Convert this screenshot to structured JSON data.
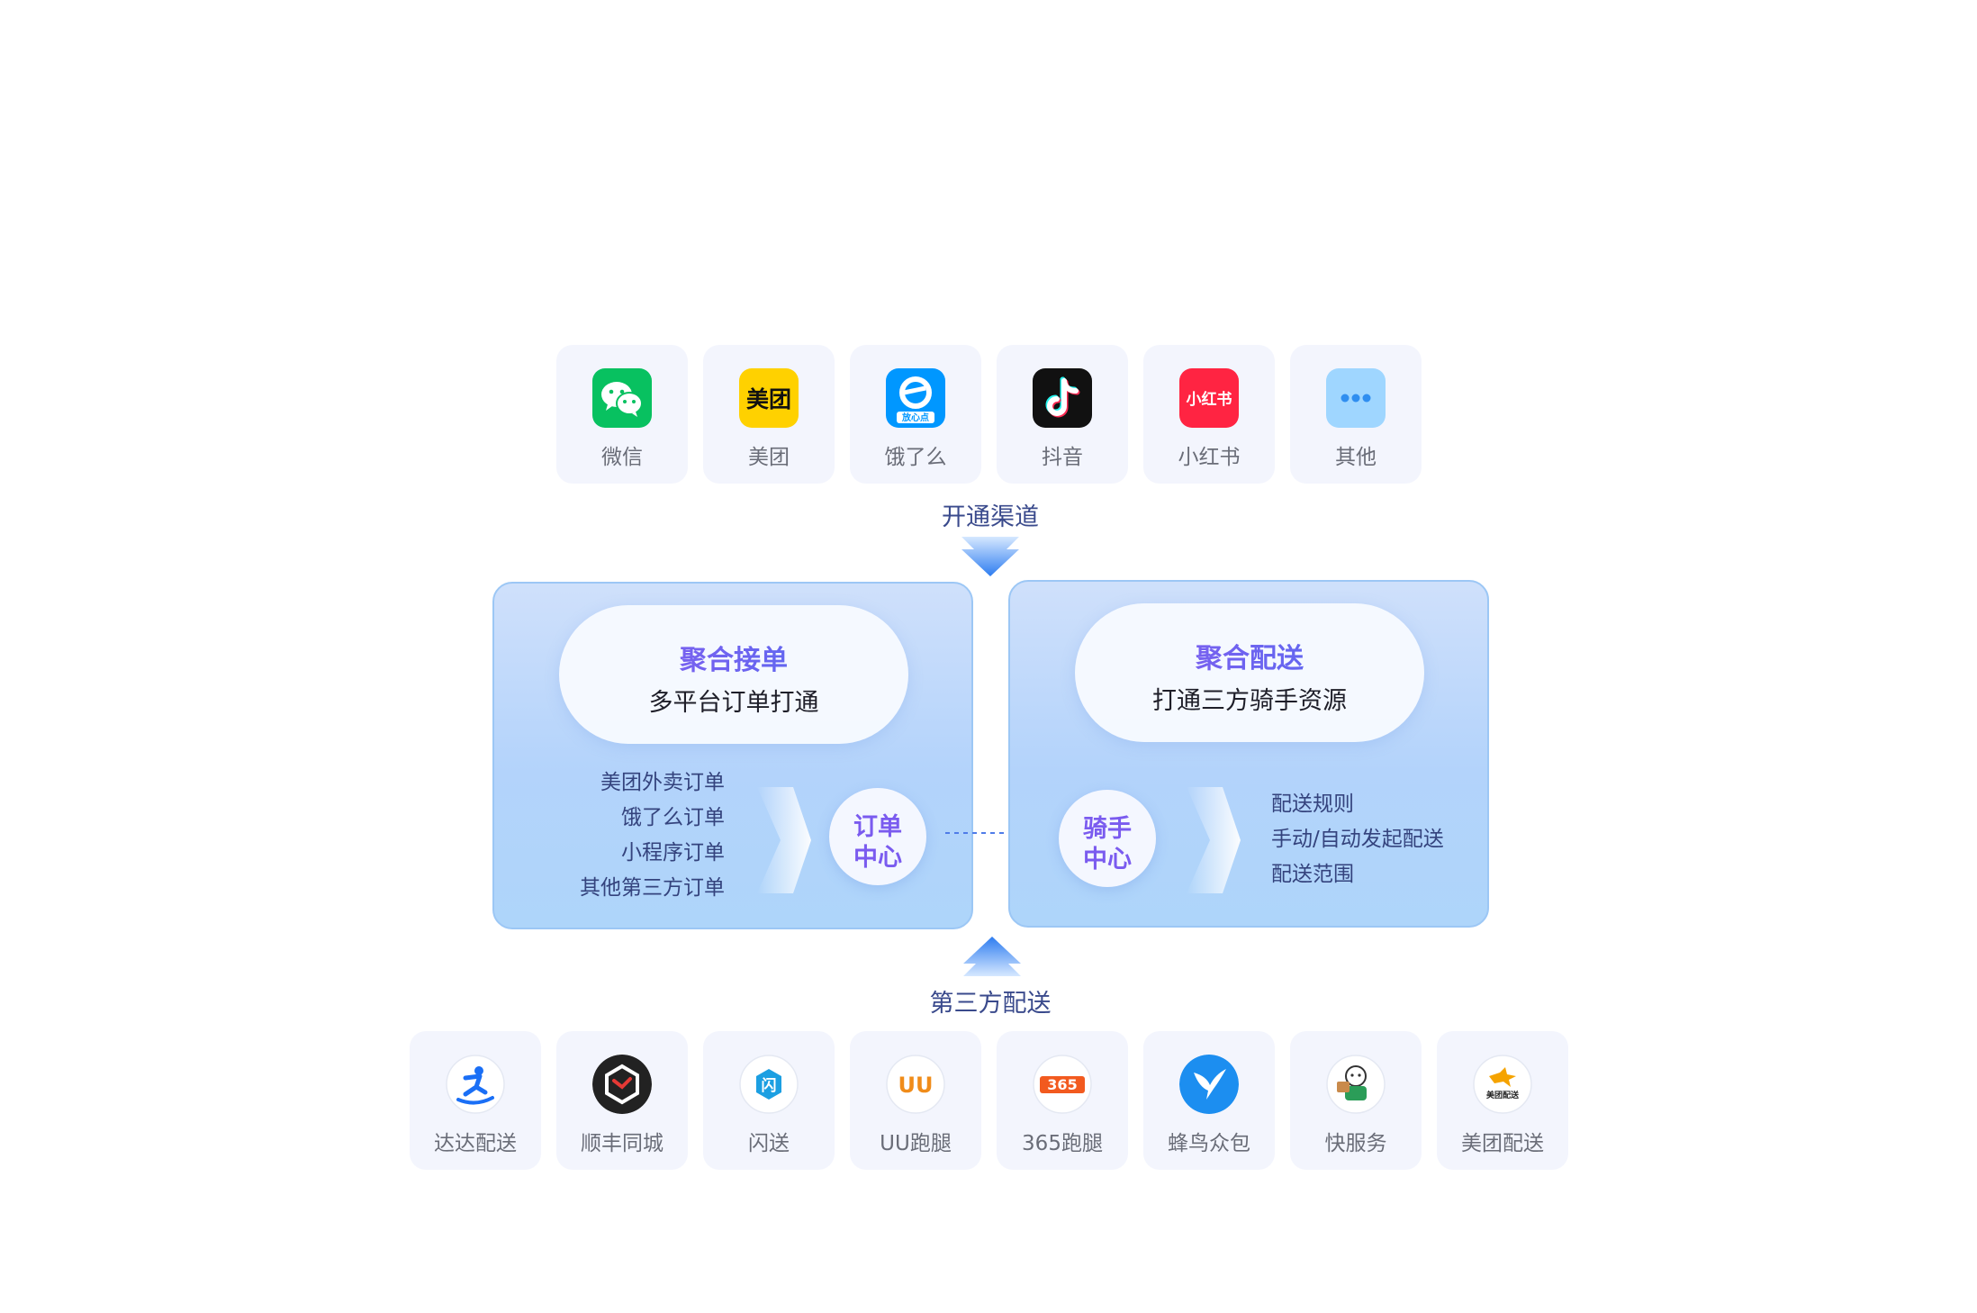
{
  "channels": [
    {
      "label": "微信",
      "icon": "wechat-icon",
      "color": "#08c160"
    },
    {
      "label": "美团",
      "icon": "meituan-icon",
      "color": "#ffd100",
      "logo_text": "美团"
    },
    {
      "label": "饿了么",
      "icon": "eleme-icon",
      "color": "#0097ff",
      "logo_text": "放心点"
    },
    {
      "label": "抖音",
      "icon": "douyin-icon",
      "color": "#111111"
    },
    {
      "label": "小红书",
      "icon": "xiaohongshu-icon",
      "color": "#ff2442",
      "logo_text": "小红书"
    },
    {
      "label": "其他",
      "icon": "more-icon",
      "color": "#9fd6ff"
    }
  ],
  "flow": {
    "top_label": "开通渠道",
    "bottom_label": "第三方配送"
  },
  "left_panel": {
    "title": "聚合接单",
    "subtitle": "多平台订单打通",
    "items": [
      "美团外卖订单",
      "饿了么订单",
      "小程序订单",
      "其他第三方订单"
    ],
    "hub": [
      "订单",
      "中心"
    ]
  },
  "right_panel": {
    "title": "聚合配送",
    "subtitle": "打通三方骑手资源",
    "items": [
      "配送规则",
      "手动/自动发起配送",
      "配送范围"
    ],
    "hub": [
      "骑手",
      "中心"
    ]
  },
  "couriers": [
    {
      "label": "达达配送",
      "icon": "dada-icon",
      "color": "#1a6ff6"
    },
    {
      "label": "顺丰同城",
      "icon": "sf-icon",
      "color": "#222222"
    },
    {
      "label": "闪送",
      "icon": "shansong-icon",
      "color": "#1c9fe2",
      "logo_text": "闪"
    },
    {
      "label": "UU跑腿",
      "icon": "uu-icon",
      "color": "#f08c1a",
      "logo_text": "UU"
    },
    {
      "label": "365跑腿",
      "icon": "365-icon",
      "color": "#f25a1f",
      "logo_text": "365"
    },
    {
      "label": "蜂鸟众包",
      "icon": "fengniao-icon",
      "color": "#1c8ef0"
    },
    {
      "label": "快服务",
      "icon": "kuaifuwu-icon",
      "color": "#2b9d58"
    },
    {
      "label": "美团配送",
      "icon": "meituan-delivery-icon",
      "color": "#f5a300",
      "logo_text": "美团配送"
    }
  ]
}
